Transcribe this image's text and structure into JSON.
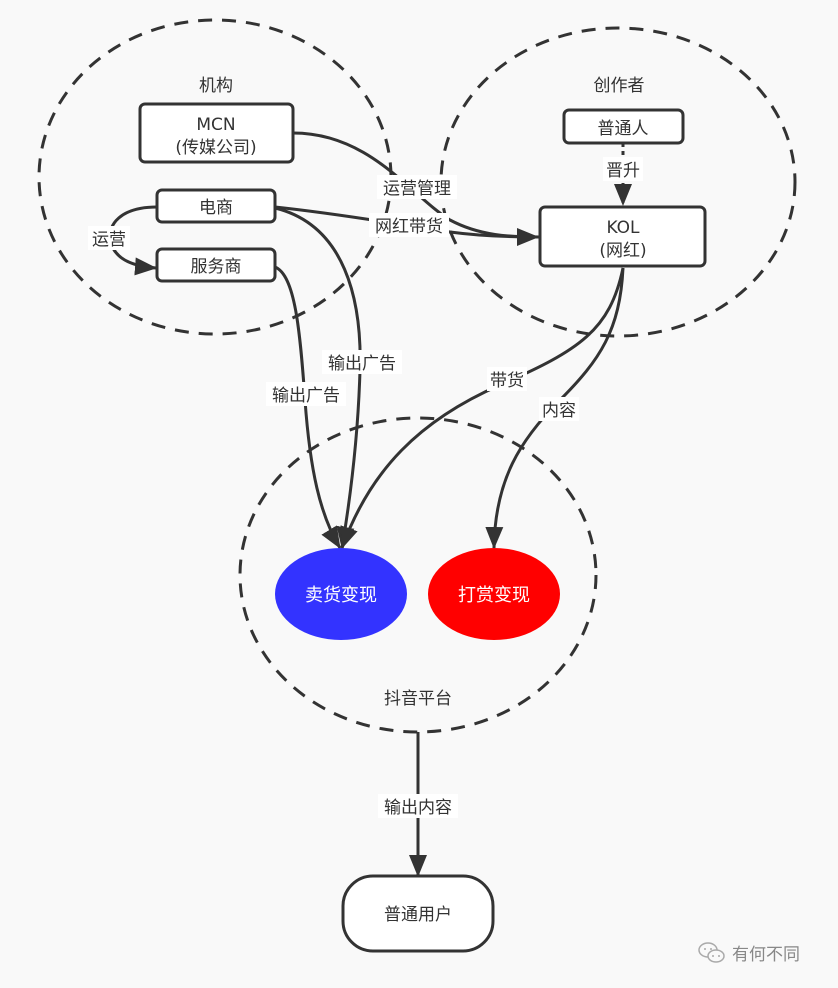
{
  "groups": {
    "institutions": "机构",
    "creators": "创作者",
    "platform": "抖音平台"
  },
  "nodes": {
    "mcn_line1": "MCN",
    "mcn_line2": "(传媒公司)",
    "ecommerce": "电商",
    "service_provider": "服务商",
    "ordinary_person": "普通人",
    "kol_line1": "KOL",
    "kol_line2": "(网红)",
    "sales_monetization": "卖货变现",
    "tip_monetization": "打赏变现",
    "ordinary_users": "普通用户"
  },
  "edges": {
    "operate": "运营",
    "operation_management": "运营管理",
    "influencer_sales": "网红带货",
    "promote": "晋升",
    "output_ads_1": "输出广告",
    "output_ads_2": "输出广告",
    "carry_goods": "带货",
    "content": "内容",
    "output_content": "输出内容"
  },
  "colors": {
    "sales_fill": "#3333ff",
    "tip_fill": "#ff0000",
    "stroke": "#333333"
  },
  "watermark": "有何不同"
}
